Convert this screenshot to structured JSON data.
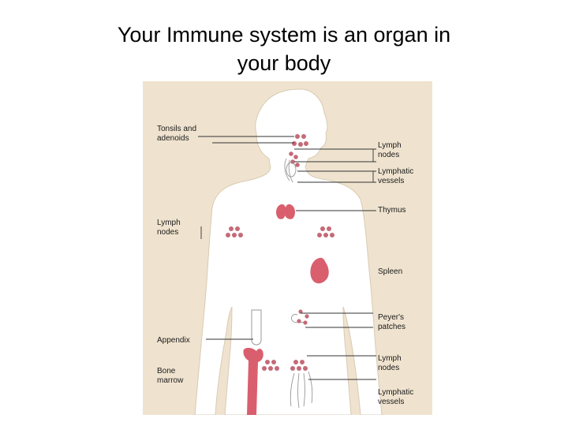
{
  "title": {
    "line1": "Your Immune system is an organ in",
    "line2": "your body"
  },
  "diagram": {
    "labels_left": {
      "tonsils_1": "Tonsils and",
      "tonsils_2": "adenoids",
      "lymph_left_1": "Lymph",
      "lymph_left_2": "nodes",
      "appendix": "Appendix",
      "bone_1": "Bone",
      "bone_2": "marrow"
    },
    "labels_right": {
      "lymph_top_1": "Lymph",
      "lymph_top_2": "nodes",
      "lymphatic_top_1": "Lymphatic",
      "lymphatic_top_2": "vessels",
      "thymus": "Thymus",
      "spleen": "Spleen",
      "peyers_1": "Peyer's",
      "peyers_2": "patches",
      "lymph_bottom_1": "Lymph",
      "lymph_bottom_2": "nodes",
      "lymphatic_bottom_1": "Lymphatic",
      "lymphatic_bottom_2": "vessels"
    },
    "colors": {
      "background": "#efe3cf",
      "body": "#ffffff",
      "organ": "#d95f6e",
      "node": "#c46a78"
    }
  }
}
